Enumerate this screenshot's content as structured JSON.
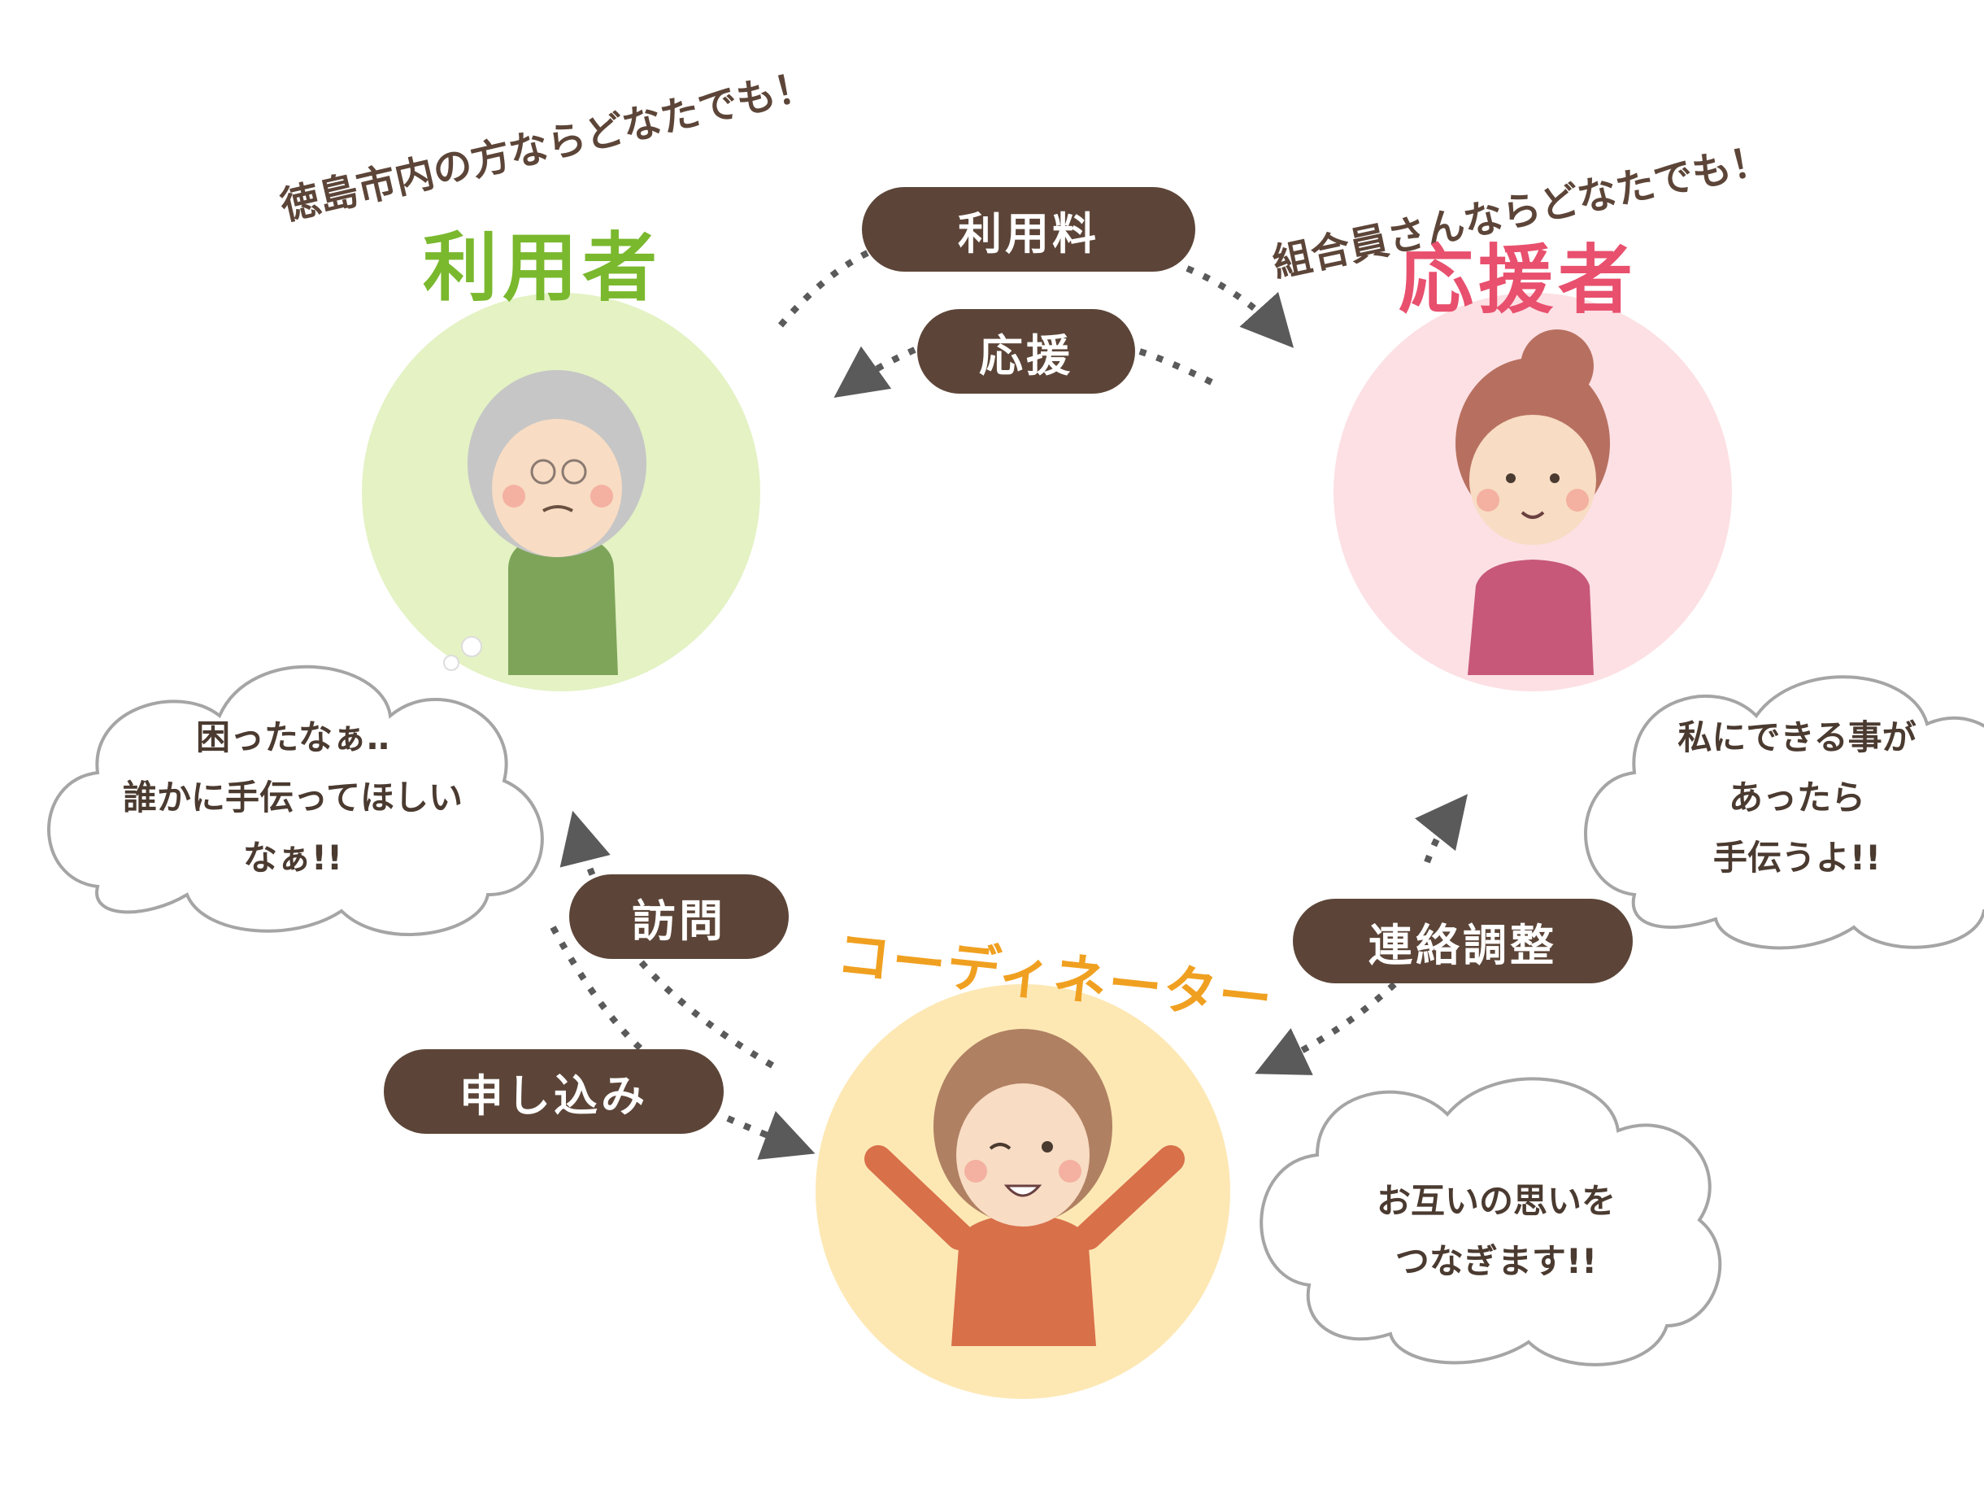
{
  "user": {
    "tagline": "徳島市内の方ならどなたでも！",
    "title": "利用者",
    "title_color": "#7ab82e",
    "circle_color": "#e4f2c4",
    "bubble_lines": [
      "困ったなぁ‥",
      "誰かに手伝ってほしい",
      "なぁ!!"
    ]
  },
  "supporter": {
    "tagline": "組合員さんならどなたでも！",
    "title": "応援者",
    "title_color": "#e8506e",
    "circle_color": "#fce0e4",
    "bubble_lines": [
      "私にできる事が",
      "あったら",
      "手伝うよ!!"
    ]
  },
  "coordinator": {
    "title": "コーディネーター",
    "title_color": "#f0a020",
    "circle_color": "#fde8b4",
    "bubble_lines": [
      "お互いの思いを",
      "つなぎます!!"
    ]
  },
  "flows": {
    "fee": "利用料",
    "support": "応援",
    "visit": "訪問",
    "apply": "申し込み",
    "liaison": "連絡調整"
  },
  "colors": {
    "pill": "#5c4538",
    "arrow": "#5a5a5a"
  }
}
